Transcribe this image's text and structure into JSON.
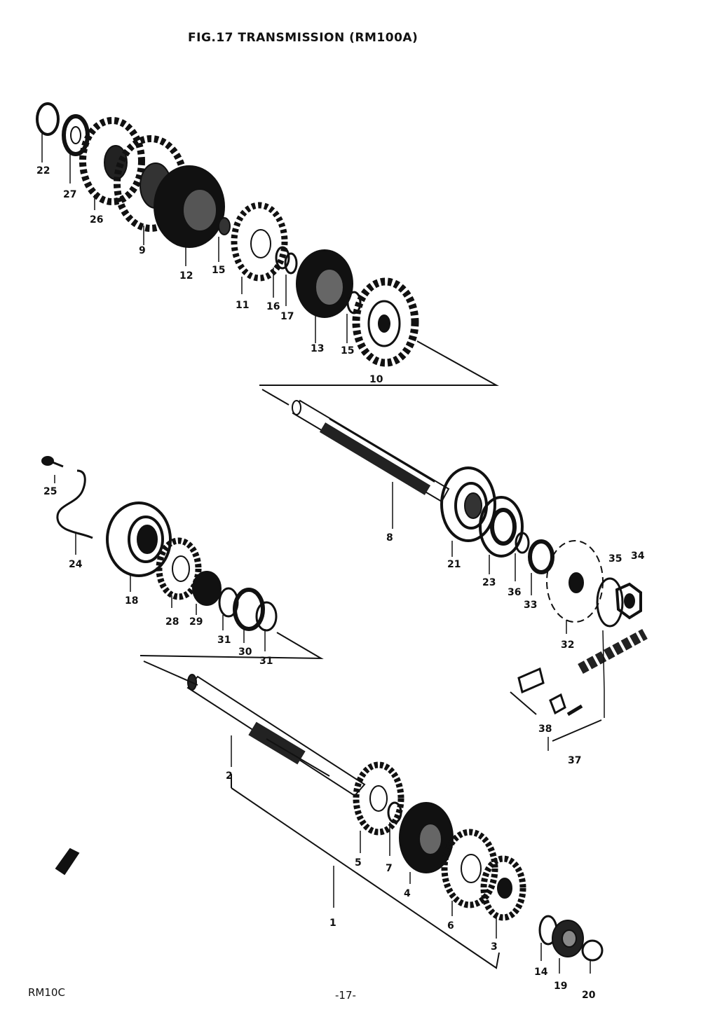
{
  "title": "FIG.17  TRANSMISSION (RM100A)",
  "footer": {
    "model": "RM10C",
    "page": "-17-"
  },
  "parts": [
    {
      "id": "p1",
      "label": "1"
    },
    {
      "id": "p2",
      "label": "2"
    },
    {
      "id": "p3",
      "label": "3"
    },
    {
      "id": "p4",
      "label": "4"
    },
    {
      "id": "p5",
      "label": "5"
    },
    {
      "id": "p6",
      "label": "6"
    },
    {
      "id": "p7",
      "label": "7"
    },
    {
      "id": "p8",
      "label": "8"
    },
    {
      "id": "p9",
      "label": "9"
    },
    {
      "id": "p10",
      "label": "10"
    },
    {
      "id": "p11",
      "label": "11"
    },
    {
      "id": "p12",
      "label": "12"
    },
    {
      "id": "p13",
      "label": "13"
    },
    {
      "id": "p14",
      "label": "14"
    },
    {
      "id": "p15a",
      "label": "15"
    },
    {
      "id": "p15b",
      "label": "15"
    },
    {
      "id": "p16",
      "label": "16"
    },
    {
      "id": "p17",
      "label": "17"
    },
    {
      "id": "p18",
      "label": "18"
    },
    {
      "id": "p19",
      "label": "19"
    },
    {
      "id": "p20",
      "label": "20"
    },
    {
      "id": "p21",
      "label": "21"
    },
    {
      "id": "p22",
      "label": "22"
    },
    {
      "id": "p23",
      "label": "23"
    },
    {
      "id": "p24",
      "label": "24"
    },
    {
      "id": "p25",
      "label": "25"
    },
    {
      "id": "p26",
      "label": "26"
    },
    {
      "id": "p27",
      "label": "27"
    },
    {
      "id": "p28",
      "label": "28"
    },
    {
      "id": "p29",
      "label": "29"
    },
    {
      "id": "p30",
      "label": "30"
    },
    {
      "id": "p31a",
      "label": "31"
    },
    {
      "id": "p31b",
      "label": "31"
    },
    {
      "id": "p32",
      "label": "32"
    },
    {
      "id": "p33",
      "label": "33"
    },
    {
      "id": "p34",
      "label": "34"
    },
    {
      "id": "p35",
      "label": "35"
    },
    {
      "id": "p36",
      "label": "36"
    },
    {
      "id": "p37",
      "label": "37"
    },
    {
      "id": "p38",
      "label": "38"
    }
  ]
}
